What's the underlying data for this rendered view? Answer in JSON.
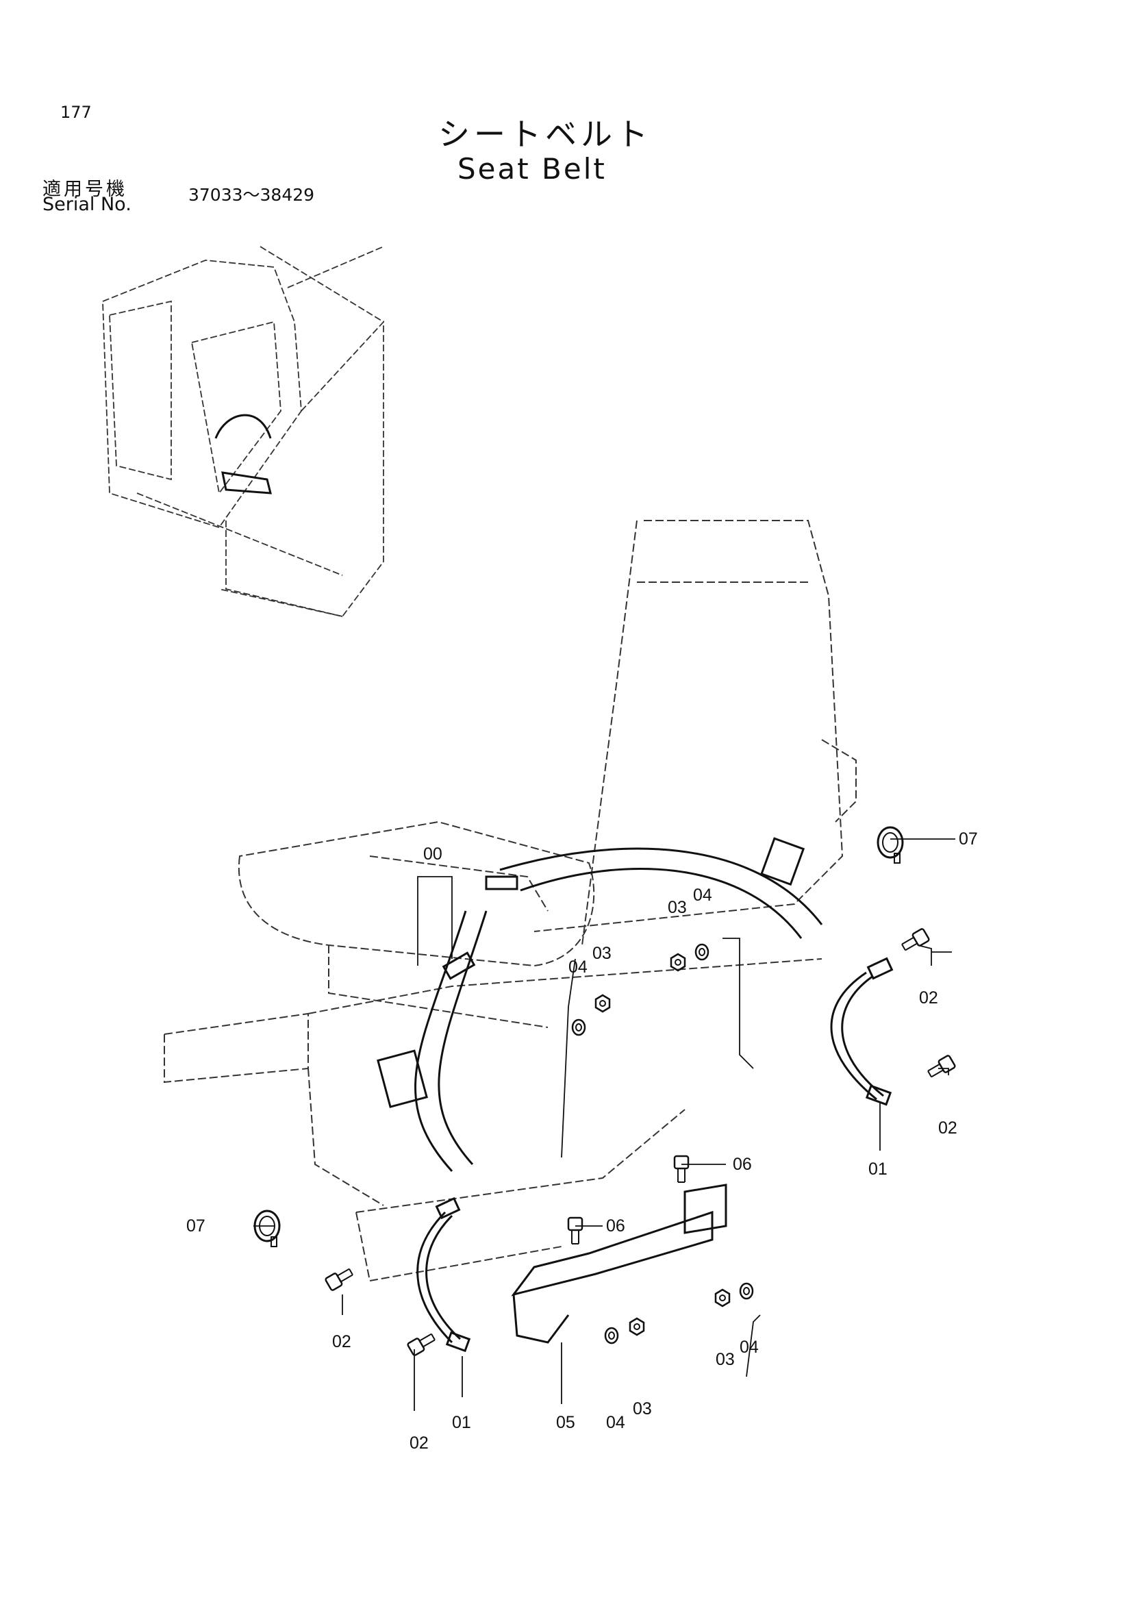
{
  "page": {
    "number": "177"
  },
  "title": {
    "japanese": "シートベルト",
    "english": "Seat Belt"
  },
  "serial": {
    "label_japanese": "適用号機",
    "label_english": "Serial No.",
    "range": "37033～38429"
  },
  "callouts": [
    "00",
    "01",
    "01",
    "02",
    "02",
    "02",
    "02",
    "03",
    "03",
    "03",
    "03",
    "04",
    "04",
    "04",
    "04",
    "05",
    "06",
    "06",
    "07",
    "07"
  ]
}
